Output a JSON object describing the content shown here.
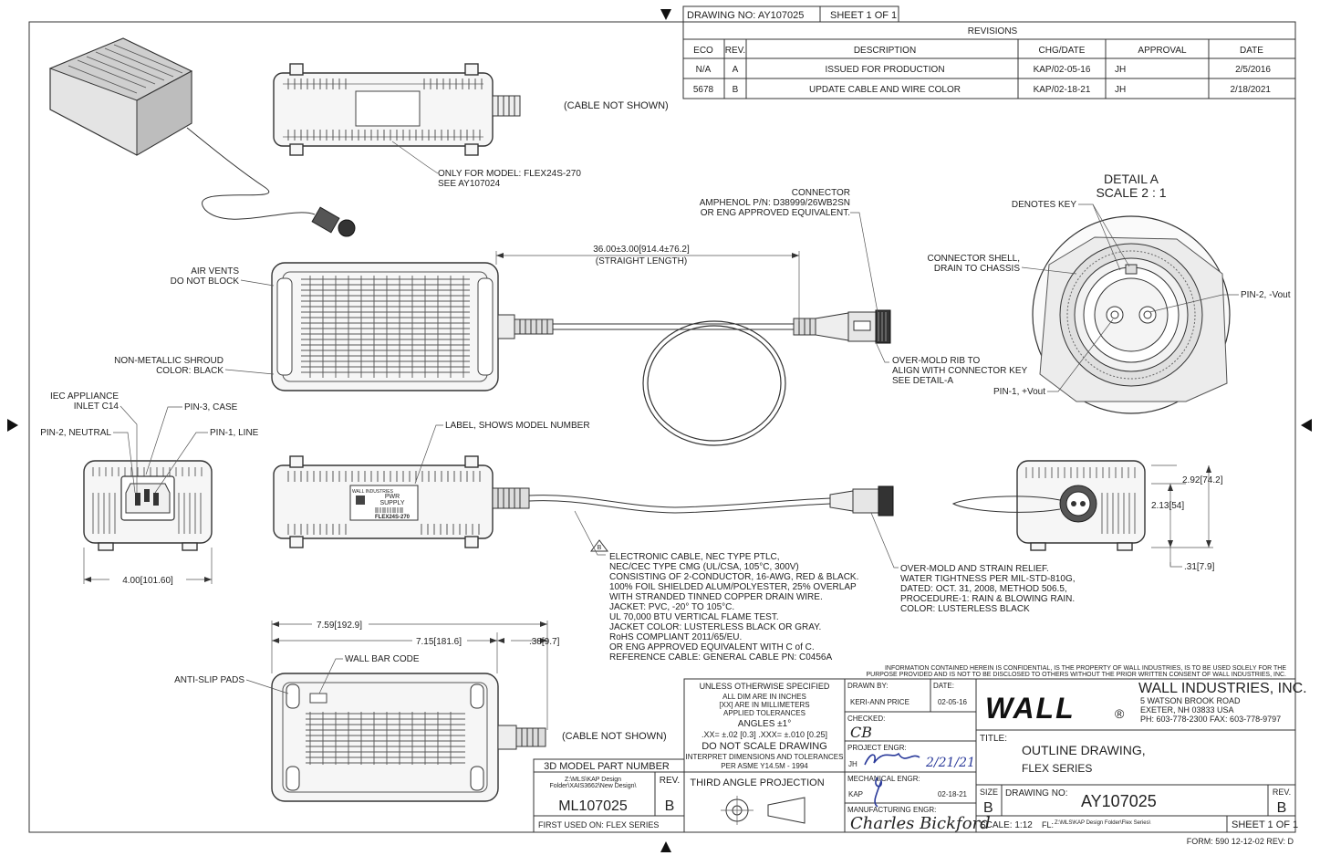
{
  "header": {
    "drawing_no_label": "DRAWING NO: AY107025",
    "sheet_label": "SHEET 1 OF 1",
    "revisions_title": "REVISIONS",
    "columns": [
      "ECO",
      "REV.",
      "DESCRIPTION",
      "CHG/DATE",
      "APPROVAL",
      "DATE"
    ],
    "rows": [
      [
        "N/A",
        "A",
        "ISSUED FOR PRODUCTION",
        "KAP/02-05-16",
        "JH",
        "2/5/2016"
      ],
      [
        "5678",
        "B",
        "UPDATE CABLE AND WIRE COLOR",
        "KAP/02-18-21",
        "JH",
        "2/18/2021"
      ]
    ]
  },
  "callouts": {
    "cable_not_shown_top": "(CABLE NOT SHOWN)",
    "only_for_model_1": "ONLY FOR MODEL: FLEX24S-270",
    "only_for_model_2": "SEE AY107024",
    "connector_1": "CONNECTOR",
    "connector_2": "AMPHENOL P/N: D38999/26WB2SN",
    "connector_3": "OR ENG APPROVED EQUIVALENT.",
    "length_1": "36.00±3.00[914.4±76.2]",
    "length_2": "(STRAIGHT LENGTH)",
    "air_vents_1": "AIR VENTS",
    "air_vents_2": "DO NOT BLOCK",
    "shroud_1": "NON-METALLIC SHROUD",
    "shroud_2": "COLOR: BLACK",
    "overmold_rib_1": "OVER-MOLD RIB TO",
    "overmold_rib_2": "ALIGN WITH CONNECTOR KEY",
    "overmold_rib_3": "SEE DETAIL-A",
    "iec_1": "IEC APPLIANCE",
    "iec_2": "INLET C14",
    "pin3_case": "PIN-3, CASE",
    "pin2_neutral": "PIN-2, NEUTRAL",
    "pin1_line": "PIN-1, LINE",
    "label_model": "LABEL, SHOWS MODEL NUMBER",
    "width_dim": "4.00[101.60]",
    "cable_spec": [
      "ELECTRONIC CABLE, NEC TYPE PTLC,",
      "NEC/CEC TYPE CMG (UL/CSA, 105°C, 300V)",
      "CONSISTING OF 2-CONDUCTOR, 16-AWG, RED & BLACK.",
      "100% FOIL SHIELDED ALUM/POLYESTER, 25% OVERLAP",
      "WITH STRANDED TINNED COPPER DRAIN WIRE.",
      "JACKET: PVC, -20° TO 105°C.",
      "UL 70,000 BTU VERTICAL FLAME TEST.",
      "JACKET COLOR: LUSTERLESS BLACK OR GRAY.",
      "RoHS COMPLIANT 2011/65/EU.",
      "OR ENG APPROVED EQUIVALENT WITH C of C.",
      "REFERENCE CABLE: GENERAL CABLE PN: C0456A"
    ],
    "strain_relief": [
      "OVER-MOLD AND STRAIN RELIEF.",
      "WATER TIGHTNESS PER MIL-STD-810G,",
      "DATED: OCT. 31, 2008, METHOD 506.5,",
      "PROCEDURE-1: RAIN & BLOWING RAIN.",
      "COLOR: LUSTERLESS BLACK"
    ],
    "dim_759": "7.59[192.9]",
    "dim_715": "7.15[181.6]",
    "dim_038": ".38[9.7]",
    "wall_bar_code": "WALL BAR CODE",
    "anti_slip": "ANTI-SLIP PADS",
    "cable_not_shown_bottom": "(CABLE NOT SHOWN)",
    "dim_292": "2.92[74.2]",
    "dim_213": "2.13[54]",
    "dim_031": ".31[7.9]",
    "rev_triangle": "B"
  },
  "product_label": {
    "brand": "WALL INDUSTRIES",
    "line1": "PWR",
    "line2": "SUPPLY",
    "model": "FLEX24S-270"
  },
  "detail": {
    "title_1": "DETAIL A",
    "title_2": "SCALE 2 : 1",
    "denotes_key": "DENOTES KEY",
    "shell_1": "CONNECTOR SHELL,",
    "shell_2": "DRAIN TO CHASSIS",
    "pin2": "PIN-2, -Vout",
    "pin1": "PIN-1, +Vout"
  },
  "title_block": {
    "confidential_1": "INFORMATION CONTAINED HEREIN IS CONFIDENTIAL, IS THE PROPERTY OF WALL INDUSTRIES, IS TO BE USED SOLELY FOR THE",
    "confidential_2": "PURPOSE PROVIDED AND IS NOT TO BE DISCLOSED TO OTHERS WITHOUT THE PRIOR WRITTEN CONSENT OF WALL INDUSTRIES, INC.",
    "tol_1": "UNLESS OTHERWISE SPECIFIED",
    "tol_2": "ALL DIM ARE IN INCHES",
    "tol_3": "[XX] ARE IN MILLIMETERS",
    "tol_4": "APPLIED TOLERANCES",
    "tol_5": "ANGLES ±1°",
    "tol_6": ".XX= ±.02 [0.3]  .XXX= ±.010 [0.25]",
    "tol_7": "DO NOT SCALE DRAWING",
    "tol_8": "INTERPRET DIMENSIONS AND TOLERANCES",
    "tol_9": "PER ASME Y14.5M - 1994",
    "projection": "THIRD ANGLE PROJECTION",
    "drawn_by_label": "DRAWN BY:",
    "date_label": "DATE:",
    "drawn_by": "KERI-ANN PRICE",
    "drawn_date": "02-05-16",
    "checked_label": "CHECKED:",
    "checked_sig": "CB",
    "proj_engr_label": "PROJECT ENGR:",
    "proj_engr": "JH",
    "proj_engr_sig": "2/21/21",
    "mech_engr_label": "MECHANICAL ENGR:",
    "mech_engr": "KAP",
    "mech_date": "02-18-21",
    "mfg_engr_label": "MANUFACTURING ENGR:",
    "mfg_engr_sig": "Charles Bickford",
    "company": "WALL INDUSTRIES, INC.",
    "address_1": "5 WATSON BROOK ROAD",
    "address_2": "EXETER, NH 03833 USA",
    "address_3": "PH: 603-778-2300  FAX: 603-778-9797",
    "logo": "WALL",
    "registered": "®",
    "title_label": "TITLE:",
    "title_1": "OUTLINE DRAWING,",
    "title_2": "FLEX SERIES",
    "size_label": "SIZE",
    "size": "B",
    "drawing_no_label": "DRAWING NO:",
    "drawing_no": "AY107025",
    "rev_label": "REV.",
    "rev": "B",
    "scale": "SCALE: 1:12",
    "file_label": "FL:",
    "file_path": "Z:\\MLS\\KAP Design Folder\\Flex Series\\",
    "sheet": "SHEET 1 OF 1",
    "form": "FORM: 590  12-12-02 REV: D",
    "model_header": "3D MODEL PART NUMBER",
    "model_path_1": "Z:\\MLS\\KAP Design",
    "model_path_2": "Folder\\XAIS3662\\New Design\\",
    "model_rev_label": "REV.",
    "model_number": "ML107025",
    "model_rev": "B",
    "first_used": "FIRST USED ON:  FLEX SERIES"
  }
}
